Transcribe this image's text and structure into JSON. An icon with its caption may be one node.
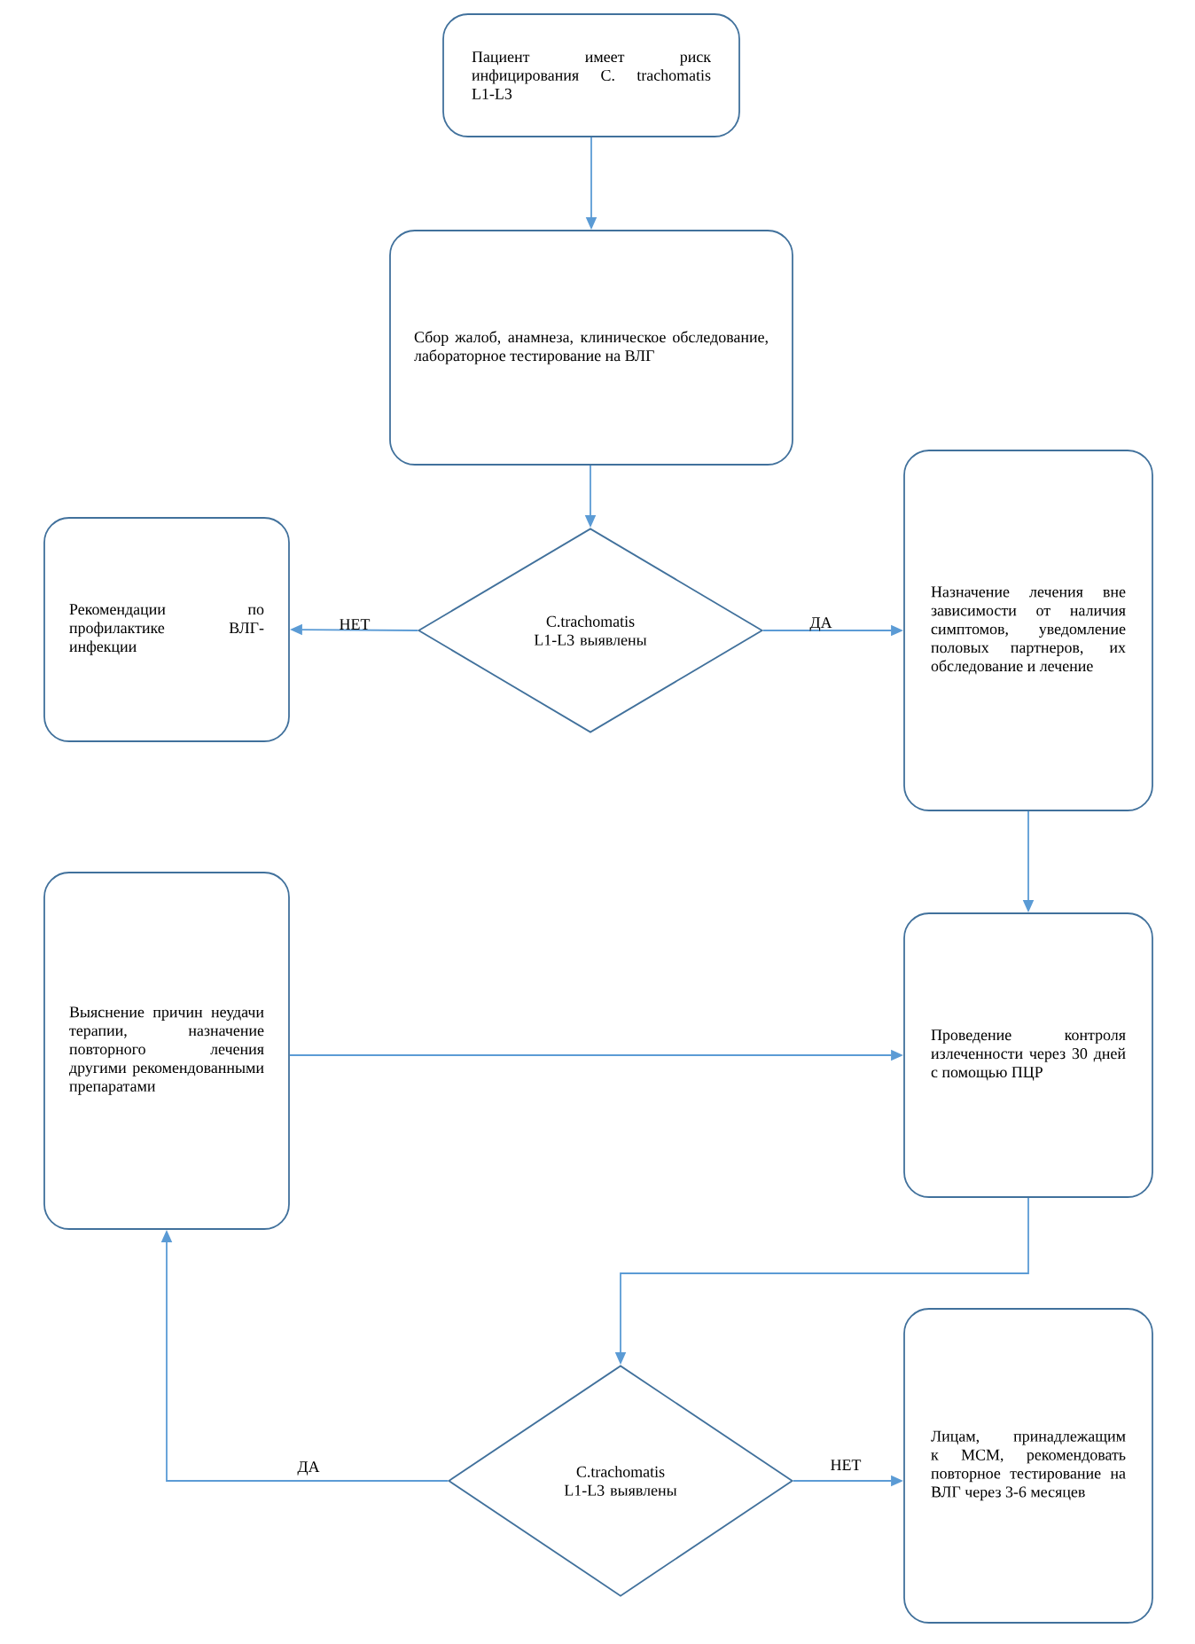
{
  "diagram": {
    "nodes": [
      {
        "text": [
          "Пациент имеет риск инфицирования C. trachomatis L1-L3"
        ]
      },
      {
        "text": [
          "Сбор жалоб, анамнеза, клиническое обследование, лабораторное тестирование на ВЛГ"
        ]
      },
      {
        "text": [
          "C.trachomatis L1-L3 выявлены"
        ]
      },
      {
        "text": [
          "Рекомендации по профилактике ВЛГ-инфекции"
        ]
      },
      {
        "text": [
          "Назначение лечения вне зависимости от наличия симптомов, уведомление половых партнеров, их обследование и лечение"
        ]
      },
      {
        "text": [
          "Выяснение причин неудачи терапии, назначение повторного лечения другими рекомендованными препаратами"
        ]
      },
      {
        "text": [
          "Проведение контроля излеченности через 30 дней с помощью ПЦР"
        ]
      },
      {
        "text": [
          "C.trachomatis L1-L3 выявлены"
        ]
      },
      {
        "text": [
          "Лицам, принадлежащим к МСМ, рекомендовать повторное тестирование на ВЛГ через 3-6 месяцев"
        ]
      }
    ],
    "edges": [
      {
        "from": 0,
        "to": 1,
        "arrow": "to"
      },
      {
        "from": 1,
        "to": 2,
        "arrow": "to"
      },
      {
        "from": 2,
        "to": 3,
        "arrow": "to",
        "label": "НЕТ"
      },
      {
        "from": 2,
        "to": 4,
        "arrow": "to",
        "label": "ДА"
      },
      {
        "from": 4,
        "to": 6,
        "arrow": "to"
      },
      {
        "from": 5,
        "to": 6,
        "arrow": "to"
      },
      {
        "from": 6,
        "to": 7,
        "arrow": "to"
      },
      {
        "from": 7,
        "to": 5,
        "arrow": "to",
        "label": "ДА"
      },
      {
        "from": 7,
        "to": 8,
        "arrow": "to",
        "label": "НЕТ"
      }
    ]
  }
}
